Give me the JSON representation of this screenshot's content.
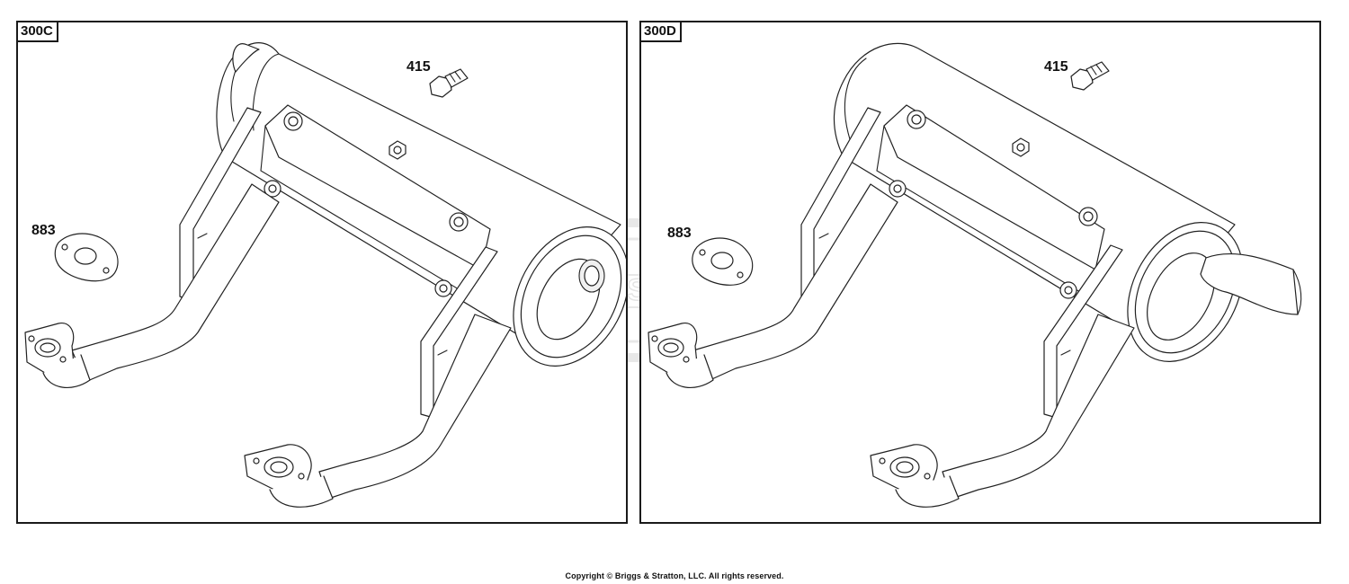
{
  "panels": [
    {
      "tag": "300C",
      "callouts": {
        "bolt": "415",
        "gasket": "883"
      }
    },
    {
      "tag": "300D",
      "callouts": {
        "bolt": "415",
        "gasket": "883"
      }
    }
  ],
  "footer": {
    "copyright": "Copyright © Briggs & Stratton, LLC. All rights reserved."
  },
  "icons": {
    "watermark": "briggs-stratton-logo-watermark"
  },
  "colors": {
    "line": "#222222",
    "background": "#ffffff",
    "watermark": "#c8c8c8"
  }
}
